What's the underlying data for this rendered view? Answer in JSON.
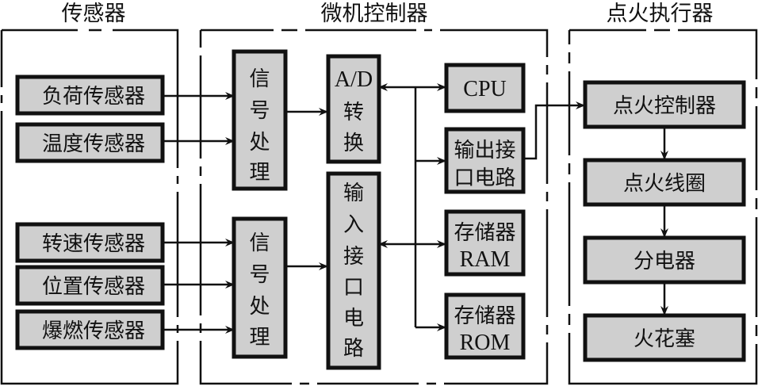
{
  "groups": {
    "sensors": {
      "title": "传感器"
    },
    "mcu": {
      "title": "微机控制器"
    },
    "ignition": {
      "title": "点火执行器"
    }
  },
  "sensors": [
    {
      "label": "负荷传感器"
    },
    {
      "label": "温度传感器"
    },
    {
      "label": "转速传感器"
    },
    {
      "label": "位置传感器"
    },
    {
      "label": "爆燃传感器"
    }
  ],
  "mcu": {
    "signal_processing_1": {
      "lines": [
        "信",
        "号",
        "处",
        "理"
      ]
    },
    "signal_processing_2": {
      "lines": [
        "信",
        "号",
        "处",
        "理"
      ]
    },
    "ad_converter": {
      "lines": [
        "A/D",
        "转",
        "换"
      ]
    },
    "input_interface": {
      "lines": [
        "输",
        "入",
        "接",
        "口",
        "电",
        "路"
      ]
    },
    "cpu": {
      "label": "CPU"
    },
    "output_interface": {
      "lines": [
        "输出接",
        "口电路"
      ]
    },
    "ram": {
      "lines": [
        "存储器",
        "RAM"
      ]
    },
    "rom": {
      "lines": [
        "存储器",
        "ROM"
      ]
    }
  },
  "ignition": [
    {
      "label": "点火控制器"
    },
    {
      "label": "点火线圈"
    },
    {
      "label": "分电器"
    },
    {
      "label": "火花塞"
    }
  ],
  "colors": {
    "block_fill": "#cfcfcf",
    "stroke": "#111111",
    "background": "#ffffff"
  }
}
